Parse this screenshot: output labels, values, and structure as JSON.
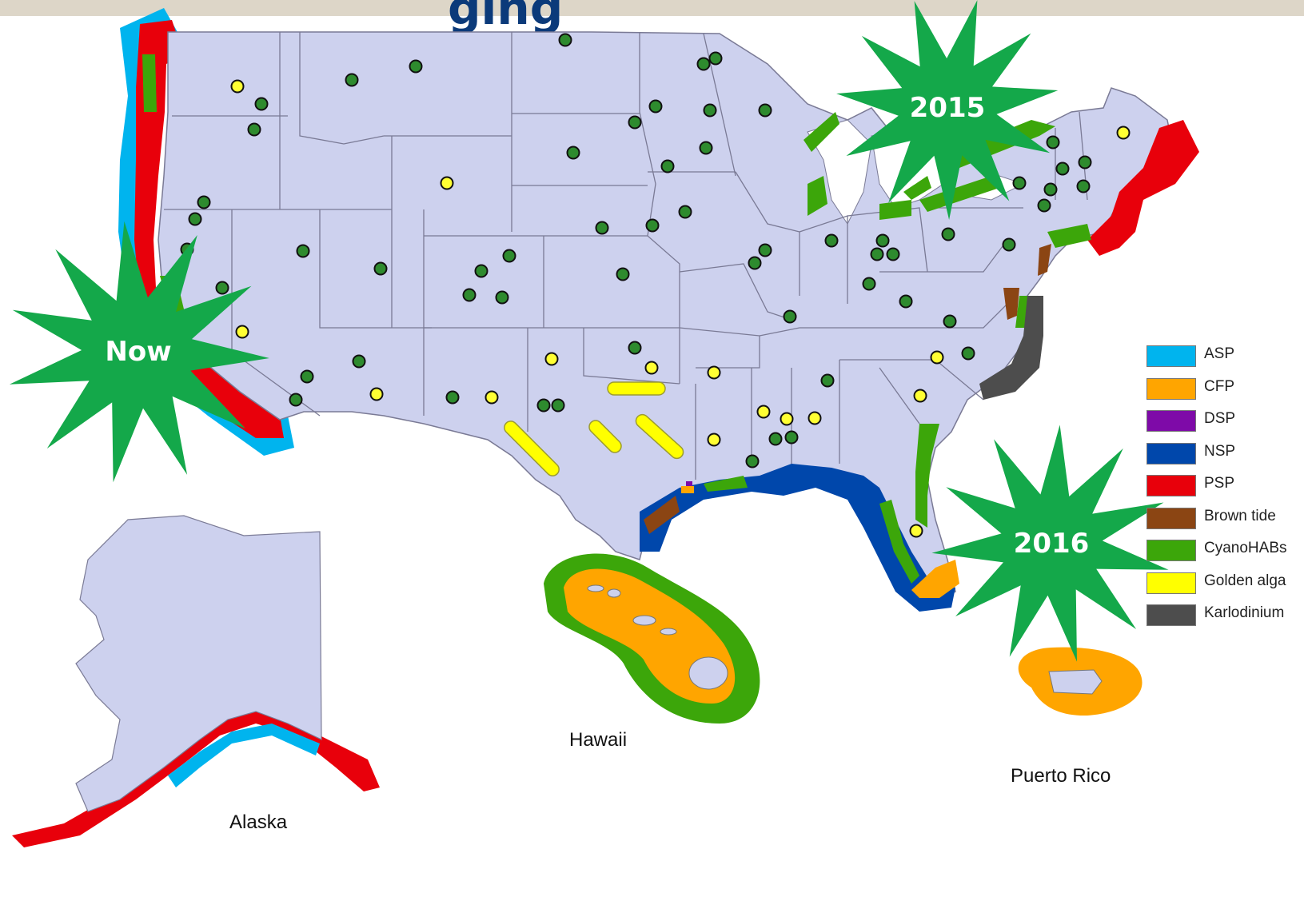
{
  "title_fragment": "ging",
  "regions": {
    "alaska": "Alaska",
    "hawaii": "Hawaii",
    "puerto_rico": "Puerto Rico"
  },
  "bursts": [
    {
      "id": "now",
      "label": "Now"
    },
    {
      "id": "2015",
      "label": "2015"
    },
    {
      "id": "2016",
      "label": "2016"
    }
  ],
  "legend": [
    {
      "label": "ASP",
      "color": "#00b4ee"
    },
    {
      "label": "CFP",
      "color": "#ffa500"
    },
    {
      "label": "DSP",
      "color": "#7e0aa8"
    },
    {
      "label": "NSP",
      "color": "#0047ab"
    },
    {
      "label": "PSP",
      "color": "#e8000b"
    },
    {
      "label": "Brown tide",
      "color": "#8b4513"
    },
    {
      "label": "CyanoHABs",
      "color": "#3ca60a"
    },
    {
      "label": "Golden alga",
      "color": "#ffff00"
    },
    {
      "label": "Karlodinium",
      "color": "#4d4d4d"
    }
  ],
  "colors": {
    "land": "#cdd1ee",
    "state_border": "#7a7a95",
    "burst": "#14a84a",
    "cyano_dot": "#2e8b2e",
    "golden_dot": "#ffff33",
    "header_band": "#ddd6c8"
  }
}
